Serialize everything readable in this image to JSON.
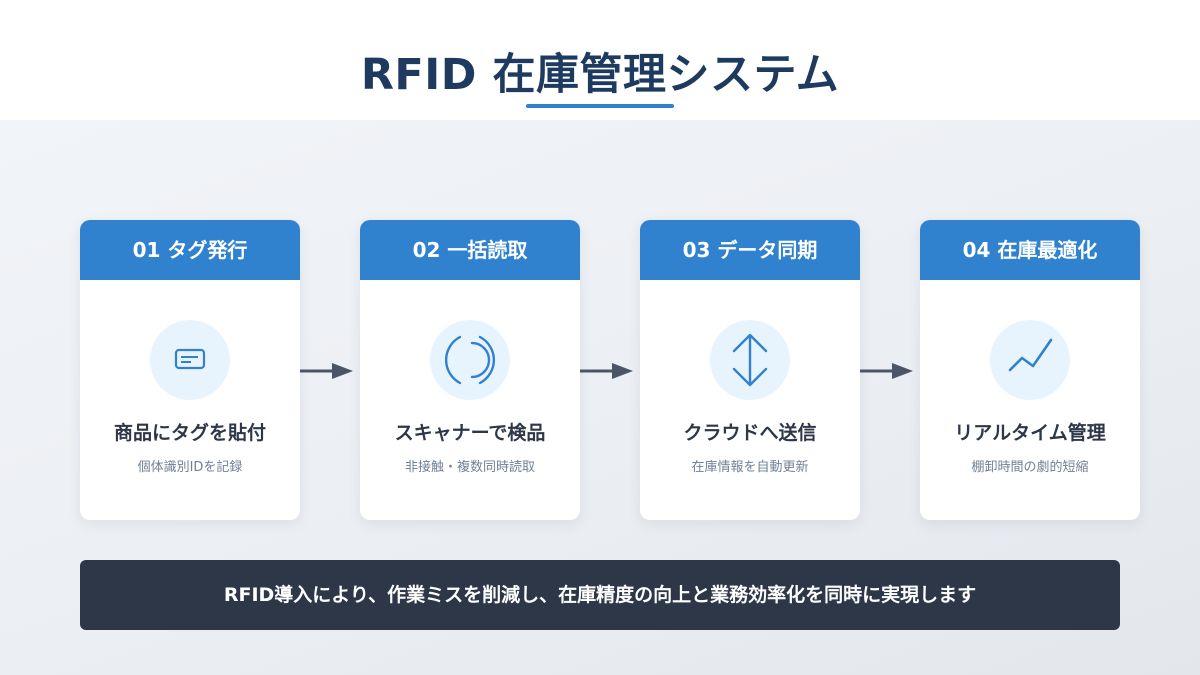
{
  "header": {
    "title": "RFID 在庫管理システム"
  },
  "colors": {
    "accent": "#3182ce",
    "title": "#1e3a5f",
    "footer_bg": "#2d3748",
    "icon_bg": "#e8f4fd",
    "arrow": "#4a5568"
  },
  "steps": [
    {
      "label": "01 タグ発行",
      "title": "商品にタグを貼付",
      "subtitle": "個体識別IDを記録",
      "icon": "tag-card-icon"
    },
    {
      "label": "02 一括読取",
      "title": "スキャナーで検品",
      "subtitle": "非接触・複数同時読取",
      "icon": "rfid-signal-icon"
    },
    {
      "label": "03 データ同期",
      "title": "クラウドへ送信",
      "subtitle": "在庫情報を自動更新",
      "icon": "sync-up-down-icon"
    },
    {
      "label": "04 在庫最適化",
      "title": "リアルタイム管理",
      "subtitle": "棚卸時間の劇的短縮",
      "icon": "trend-line-icon"
    }
  ],
  "footer": {
    "text": "RFID導入により、作業ミスを削減し、在庫精度の向上と業務効率化を同時に実現します"
  }
}
